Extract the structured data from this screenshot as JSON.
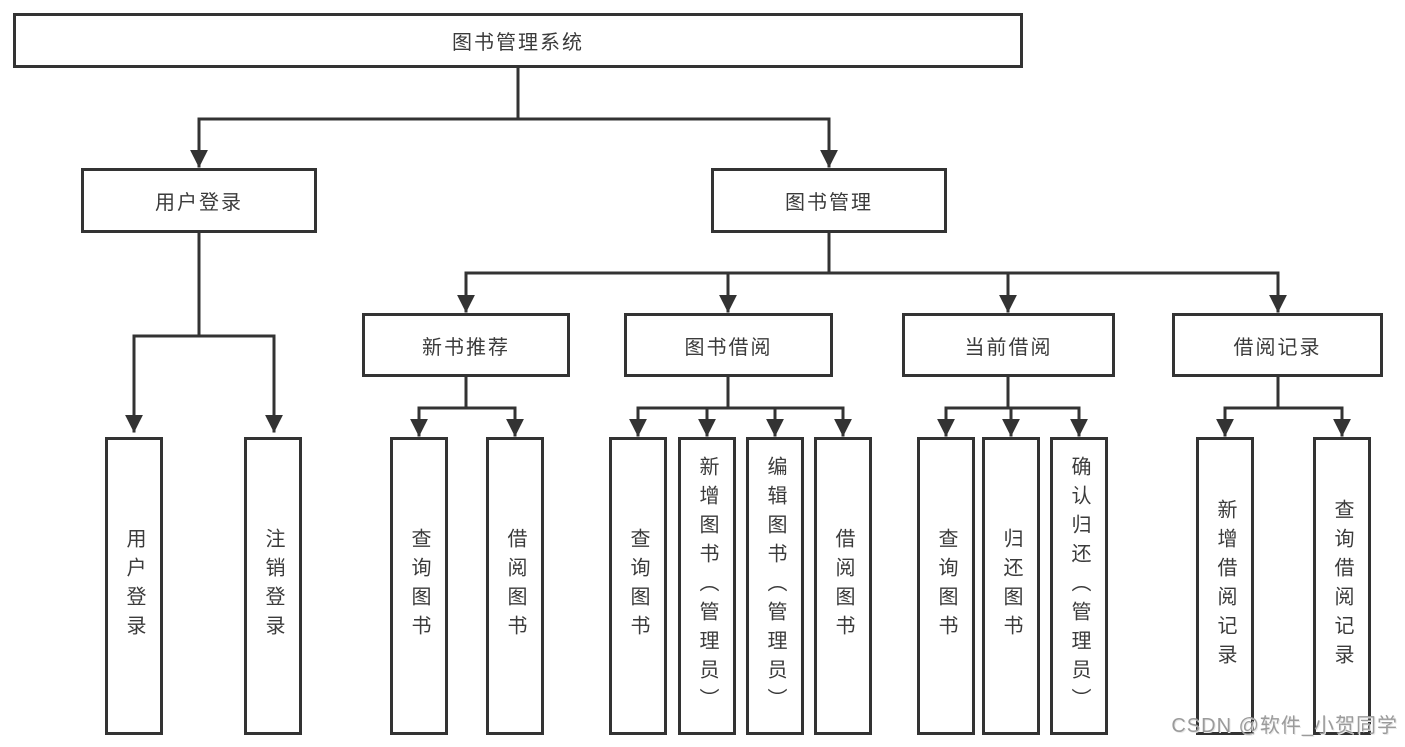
{
  "diagram": {
    "root": {
      "label": "图书管理系统"
    },
    "user_branch": {
      "label": "用户登录",
      "children": [
        {
          "label": "用户登录"
        },
        {
          "label": "注销登录"
        }
      ]
    },
    "book_branch": {
      "label": "图书管理",
      "groups": [
        {
          "label": "新书推荐",
          "children": [
            {
              "label": "查询图书"
            },
            {
              "label": "借阅图书"
            }
          ]
        },
        {
          "label": "图书借阅",
          "children": [
            {
              "label": "查询图书"
            },
            {
              "label": "新增图书（管理员）"
            },
            {
              "label": "编辑图书（管理员）"
            },
            {
              "label": "借阅图书"
            }
          ]
        },
        {
          "label": "当前借阅",
          "children": [
            {
              "label": "查询图书"
            },
            {
              "label": "归还图书"
            },
            {
              "label": "确认归还（管理员）"
            }
          ]
        },
        {
          "label": "借阅记录",
          "children": [
            {
              "label": "新增借阅记录"
            },
            {
              "label": "查询借阅记录"
            }
          ]
        }
      ]
    }
  },
  "watermark": {
    "text": "CSDN @软件_小贺同学"
  },
  "colors": {
    "line": "#333333",
    "node_border": "#333333",
    "text": "#3b3b3b",
    "watermark": "#9b9b9b",
    "background": "#ffffff"
  }
}
